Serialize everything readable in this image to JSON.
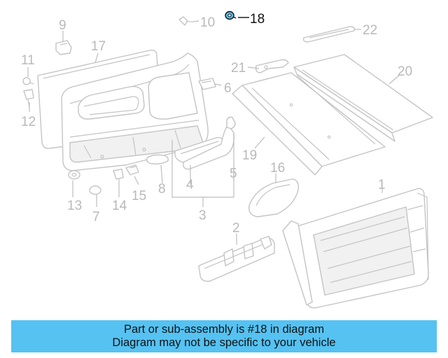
{
  "diagram": {
    "callouts": [
      "1",
      "2",
      "3",
      "4",
      "5",
      "6",
      "7",
      "8",
      "9",
      "10",
      "11",
      "12",
      "13",
      "14",
      "15",
      "16",
      "17",
      "18",
      "19",
      "20",
      "21",
      "22"
    ],
    "highlighted_part": "18",
    "highlight_color": "#55c2f2"
  },
  "banner": {
    "line1": "Part or sub-assembly is #18 in diagram",
    "line2": "Diagram may not be specific to your vehicle",
    "background": "#55c2f2"
  }
}
